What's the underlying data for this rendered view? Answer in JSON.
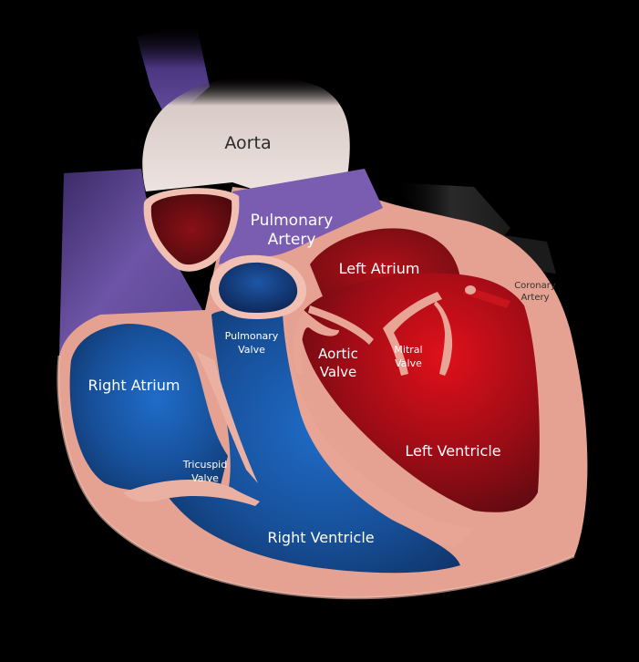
{
  "diagram": {
    "labels": {
      "aorta": "Aorta",
      "pulmonary_artery": [
        "Pulmonary",
        "Artery"
      ],
      "left_atrium": "Left Atrium",
      "right_atrium": "Right Atrium",
      "pulmonary_valve": [
        "Pulmonary",
        "Valve"
      ],
      "aortic_valve": [
        "Aortic",
        "Valve"
      ],
      "mitral_valve": [
        "Mitral",
        "Valve"
      ],
      "tricuspid_valve": [
        "Tricuspid",
        "Valve"
      ],
      "left_ventricle": "Left Ventricle",
      "right_ventricle": "Right Ventricle",
      "coronary_artery": [
        "Coronary",
        "Artery"
      ]
    },
    "colors": {
      "background": "#000000",
      "tissue": "#e8a898",
      "tissue_edge": "#f3c3b4",
      "oxygenated": "#c4101a",
      "deoxygenated": "#164f9a",
      "pulmonary": "#6a4fa0",
      "aorta": "#e9dcd8"
    }
  }
}
